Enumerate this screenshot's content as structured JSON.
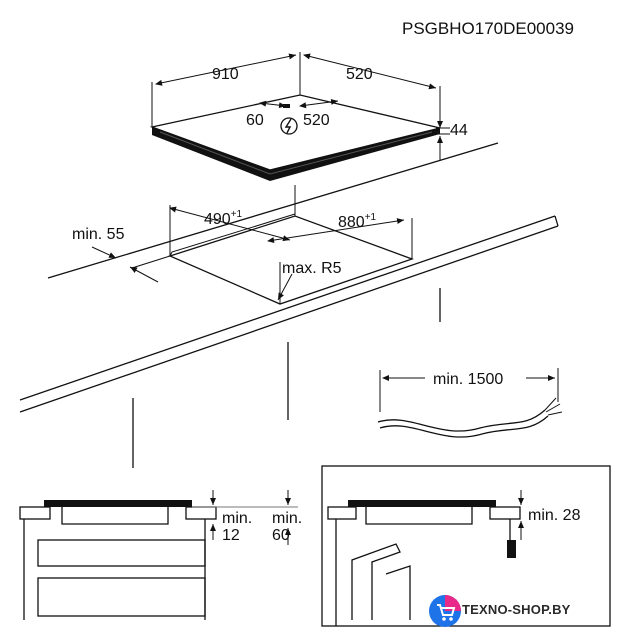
{
  "diagram": {
    "code": "PSGBHO170DE00039",
    "hob": {
      "width": "910",
      "depth": "520",
      "height": "44",
      "conn_offset": "60",
      "conn_depth": "520"
    },
    "cutout": {
      "width": "490",
      "width_tol": "+1",
      "length": "880",
      "length_tol": "+1",
      "min_edge": "min. 55",
      "radius": "max. R5"
    },
    "cable": {
      "min_length": "min. 1500"
    },
    "section_a": {
      "gap_label_top": "min.",
      "gap_value": "12",
      "depth_label_top": "min.",
      "depth_value": "60"
    },
    "section_b": {
      "gap_label": "min. 28"
    }
  },
  "watermark": {
    "text": "TEXNO-SHOP.BY"
  }
}
